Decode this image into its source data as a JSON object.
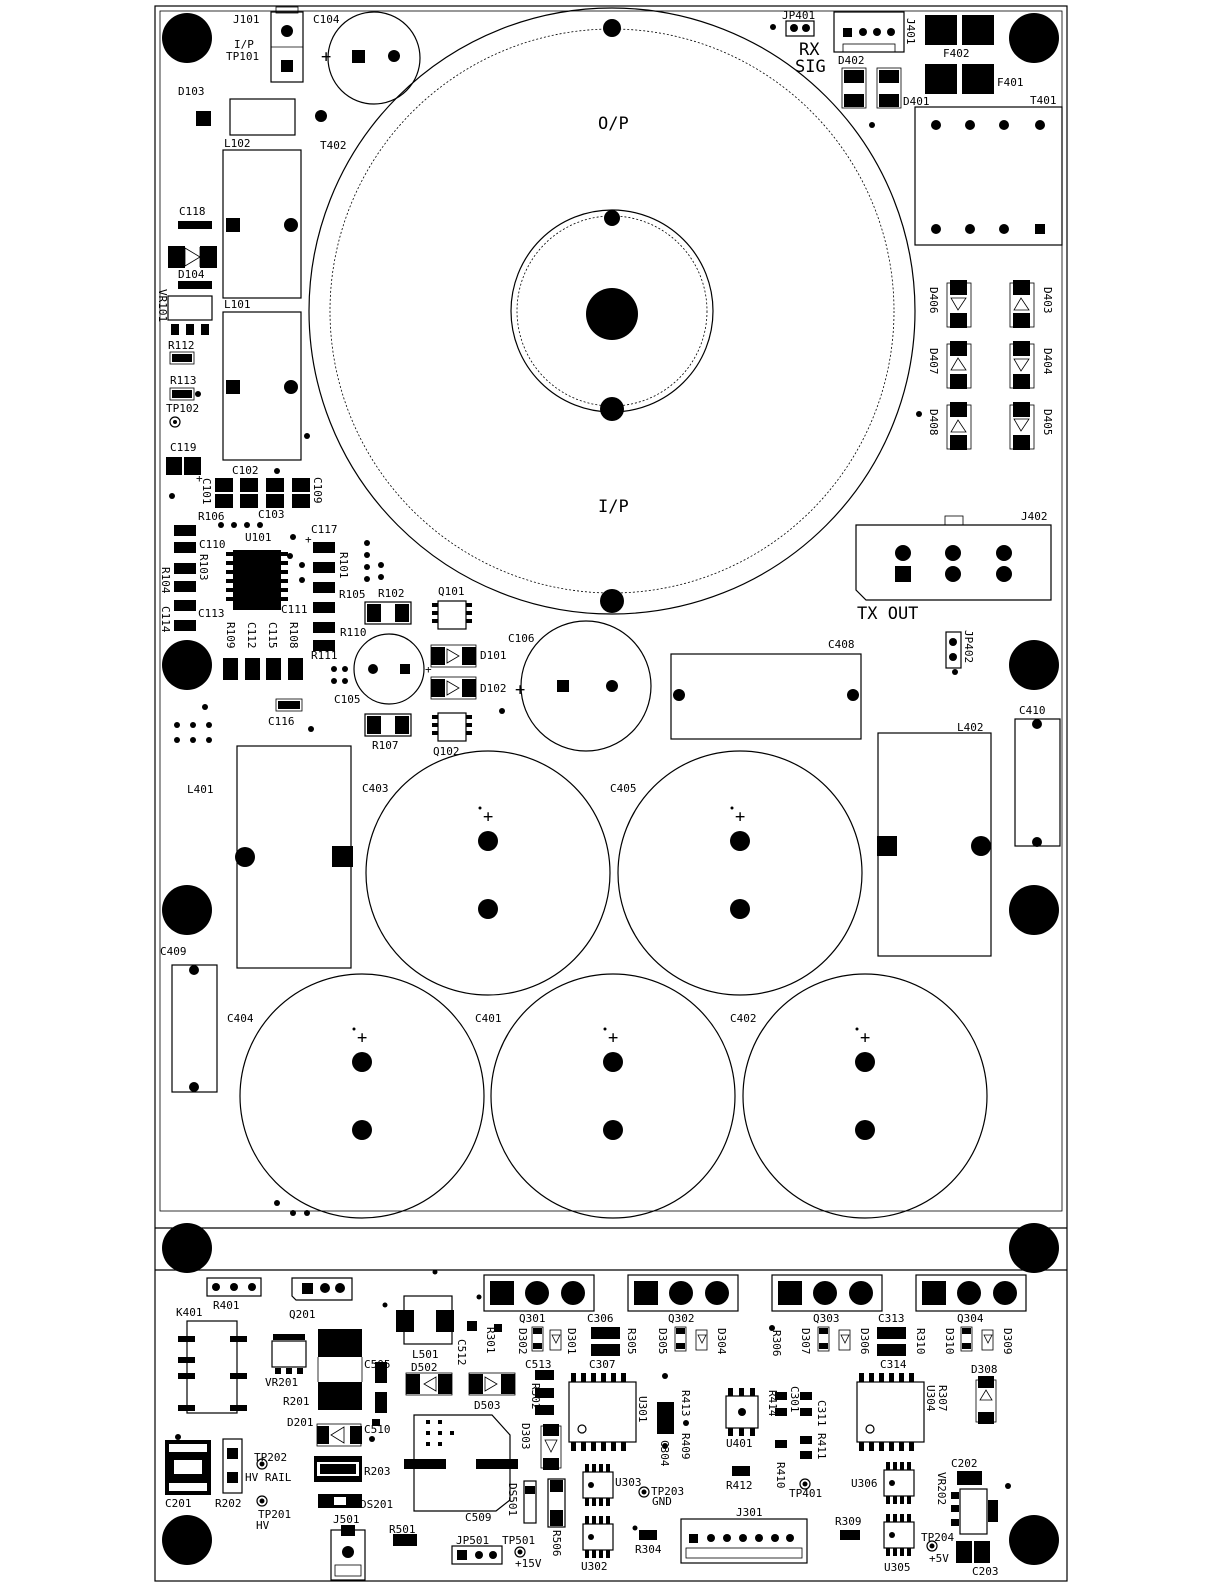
{
  "labels": {
    "J101": "J101",
    "C104": "C104",
    "IP_TOP": "I/P",
    "TP101": "TP101",
    "D103": "D103",
    "T402": "T402",
    "L102": "L102",
    "C118": "C118",
    "D104": "D104",
    "VR101": "VR101",
    "L101": "L101",
    "R112": "R112",
    "R113": "R113",
    "TP102": "TP102",
    "C119": "C119",
    "C102": "C102",
    "C101": "C101",
    "C109": "C109",
    "R106": "R106",
    "C103": "C103",
    "U101": "U101",
    "C117": "C117",
    "C110": "C110",
    "R103": "R103",
    "R104": "R104",
    "R101": "R101",
    "R105": "R105",
    "R102": "R102",
    "Q101": "Q101",
    "C113": "C113",
    "C114": "C114",
    "C111": "C111",
    "R110": "R110",
    "R109": "R109",
    "C112": "C112",
    "C115": "C115",
    "R108": "R108",
    "R111": "R111",
    "D101": "D101",
    "D102": "D102",
    "C106": "C106",
    "C105": "C105",
    "C116": "C116",
    "R107": "R107",
    "Q102": "Q102",
    "OP": "O/P",
    "IP": "I/P",
    "JP401": "JP401",
    "J401": "J401",
    "RX": "RX",
    "SIG": "SIG",
    "D402": "D402",
    "F402": "F402",
    "F401": "F401",
    "D401": "D401",
    "T401": "T401",
    "D406": "D406",
    "D403": "D403",
    "D407": "D407",
    "D404": "D404",
    "D408": "D408",
    "D405": "D405",
    "J402": "J402",
    "TXOUT": "TX OUT",
    "JP402": "JP402",
    "C408": "C408",
    "L402": "L402",
    "C410": "C410",
    "L401": "L401",
    "C403": "C403",
    "C405": "C405",
    "C409": "C409",
    "C404": "C404",
    "C401": "C401",
    "C402": "C402",
    "R401": "R401",
    "Q201": "Q201",
    "K401": "K401",
    "VR201": "VR201",
    "R201": "R201",
    "L501": "L501",
    "C505": "C505",
    "D502": "D502",
    "C512": "C512",
    "R301": "R301",
    "D503": "D503",
    "C513": "C513",
    "Q301": "Q301",
    "D302": "D302",
    "D301": "D301",
    "C306": "C306",
    "R305": "R305",
    "Q302": "Q302",
    "D305": "D305",
    "D304": "D304",
    "C307": "C307",
    "U301": "U301",
    "R302": "R302",
    "D303": "D303",
    "R306": "R306",
    "Q303": "Q303",
    "C313": "C313",
    "R310": "R310",
    "D307": "D307",
    "D306": "D306",
    "Q304": "Q304",
    "D310": "D310",
    "D309": "D309",
    "C314": "C314",
    "D308": "D308",
    "R307": "R307",
    "U304": "U304",
    "R413": "R413",
    "R409": "R409",
    "C304": "C304",
    "U401": "U401",
    "R414": "R414",
    "C301": "C301",
    "C311": "C311",
    "R411": "R411",
    "R412": "R412",
    "R410": "R410",
    "TP401": "TP401",
    "D201": "D201",
    "C510": "C510",
    "R203": "R203",
    "DS201": "DS201",
    "TP202": "TP202",
    "HVRAIL": "HV RAIL",
    "TP201": "TP201",
    "HV": "HV",
    "C201": "C201",
    "R202": "R202",
    "J501": "J501",
    "R501": "R501",
    "JP501": "JP501",
    "TP501": "TP501",
    "P15V": "+15V",
    "DS501": "DS501",
    "R506": "R506",
    "C509": "C509",
    "U303": "U303",
    "TP203": "TP203",
    "GND": "GND",
    "U302": "U302",
    "R304": "R304",
    "J301": "J301",
    "R309": "R309",
    "U306": "U306",
    "U305": "U305",
    "C202": "C202",
    "VR202": "VR202",
    "TP204": "TP204",
    "P5V": "+5V",
    "C203": "C203",
    "PLUS": "+"
  }
}
